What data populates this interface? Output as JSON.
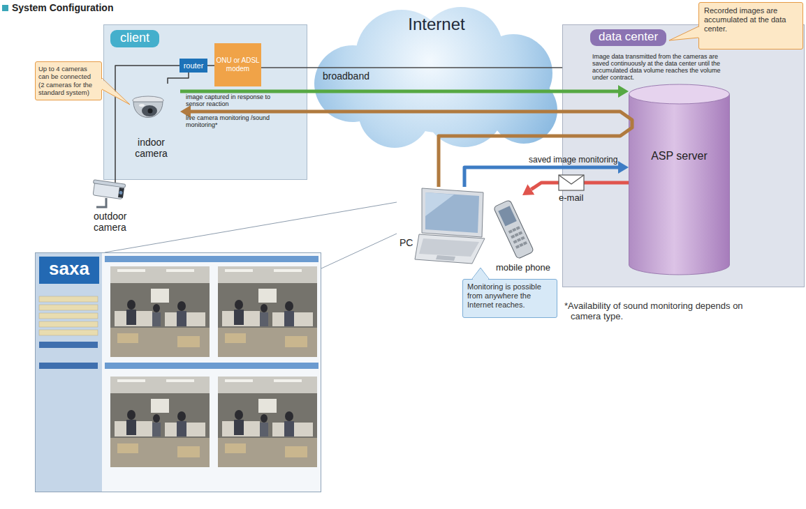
{
  "diagram": {
    "title": "System Configuration",
    "nodes": [
      {
        "text": [
          "client"
        ]
      },
      {
        "text": [
          "Up to 4 cameras can be connected (2 cameras for the standard system)"
        ]
      },
      {
        "text": [
          "router"
        ],
        "in": 0
      },
      {
        "text": [
          "ONU or ADSL modem"
        ],
        "in": 0
      },
      {
        "text": [
          "indoor camera"
        ],
        "in": 0
      },
      {
        "text": [
          "outdoor camera"
        ]
      },
      {
        "text": [
          "Internet"
        ]
      },
      {
        "text": [
          "data center",
          "Image data transmitted from the cameras are saved continuously at the data center until the accumulated data volume reaches the volume under contract."
        ]
      },
      {
        "text": [
          "Recorded images are accumulated at the data center."
        ]
      },
      {
        "text": [
          "ASP server"
        ],
        "in": 7
      },
      {
        "text": [
          "PC"
        ]
      },
      {
        "text": [
          "mobile phone"
        ]
      },
      {
        "text": [
          "Monitoring is possible from anywhere the Internet reaches."
        ]
      },
      {
        "text": [
          "saxa"
        ]
      }
    ],
    "edges": [
      {
        "from": 4,
        "to": 2,
        "arrow": "none"
      },
      {
        "from": 5,
        "to": 2,
        "arrow": "none"
      },
      {
        "from": 2,
        "to": 3,
        "arrow": "none"
      },
      {
        "from": 3,
        "to": 7,
        "label": "broadband",
        "arrow": "none"
      },
      {
        "from": 4,
        "to": 9,
        "label": "image captured in response to sensor reaction",
        "arrow": "to"
      },
      {
        "from": 10,
        "to": 4,
        "label": "live camera monitoring /sound monitoring*",
        "arrow": "to"
      },
      {
        "from": 10,
        "to": 9,
        "label": "saved image monitoring",
        "arrow": "to"
      },
      {
        "from": 9,
        "to": 11,
        "label": "e-mail",
        "arrow": "to"
      },
      {
        "from": 10,
        "to": 13,
        "arrow": "none"
      }
    ],
    "labels": [
      "*Availability of sound monitoring depends on camera type."
    ]
  }
}
